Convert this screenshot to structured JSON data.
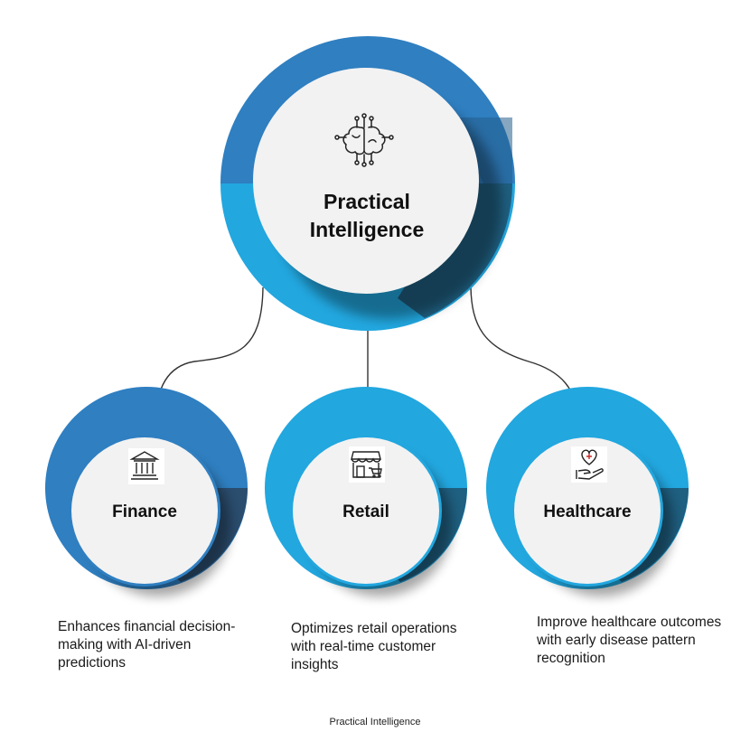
{
  "center": {
    "title": "Practical Intelligence",
    "icon": "ai-brain-circuit-icon"
  },
  "nodes": [
    {
      "title": "Finance",
      "icon": "bank-icon",
      "description": "Enhances financial decision-making with AI-driven predictions"
    },
    {
      "title": "Retail",
      "icon": "storefront-icon",
      "description": "Optimizes retail operations with real-time customer insights"
    },
    {
      "title": "Healthcare",
      "icon": "heart-in-hand-icon",
      "description": "Improve healthcare outcomes with early disease pattern recognition"
    }
  ],
  "footer": "Practical Intelligence",
  "colors": {
    "ring_top": "#2f7fc1",
    "ring_bottom": "#22a7df",
    "shadow_teal": "#1f5f80",
    "shadow_dark": "#2b4d6e",
    "circle_fill": "#f2f2f2",
    "connector": "#333333"
  }
}
